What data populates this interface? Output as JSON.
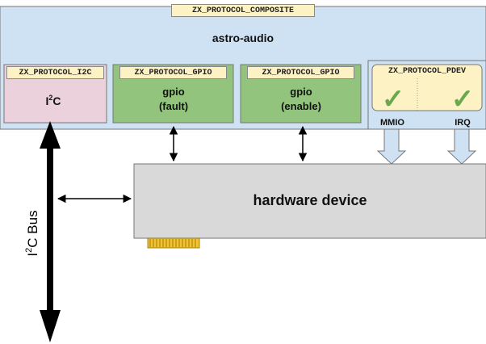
{
  "composite": {
    "protocol": "ZX_PROTOCOL_COMPOSITE",
    "name": "astro-audio"
  },
  "i2c": {
    "protocol": "ZX_PROTOCOL_I2C",
    "name_main": "I",
    "name_sup": "2",
    "name_tail": "C"
  },
  "gpio_fault": {
    "protocol": "ZX_PROTOCOL_GPIO",
    "name_line1": "gpio",
    "name_line2": "(fault)"
  },
  "gpio_enable": {
    "protocol": "ZX_PROTOCOL_GPIO",
    "name_line1": "gpio",
    "name_line2": "(enable)"
  },
  "pdev": {
    "protocol": "ZX_PROTOCOL_PDEV",
    "check_glyph": "✓",
    "mmio_label": "MMIO",
    "irq_label": "IRQ"
  },
  "hardware": {
    "name": "hardware device"
  },
  "bus": {
    "label_main": "I",
    "label_sup": "2",
    "label_tail": "C Bus"
  },
  "colors": {
    "composite_fill": "#cfe2f3",
    "i2c_fill": "#ead1dc",
    "gpio_fill": "#93c47d",
    "pdev_fill": "#fdf2c4",
    "hardware_fill": "#d9d9d9",
    "check": "#6aa84f",
    "connector": "#f1c232"
  }
}
